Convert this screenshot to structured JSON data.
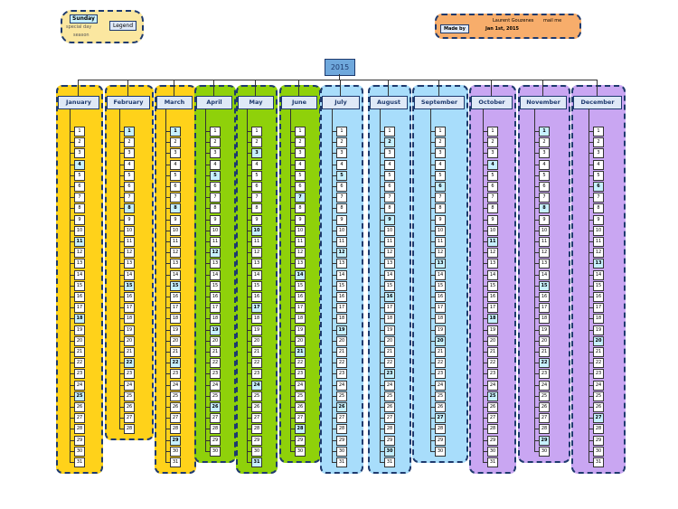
{
  "year": "2015",
  "legend": {
    "title": "Legend",
    "sunday": "Sunday",
    "special_day": "special day",
    "season": "season"
  },
  "made_by": {
    "label": "Made by",
    "author": "Laurent Gouzenes",
    "mail": "mail me",
    "date": "Jan 1st, 2015"
  },
  "colors": {
    "winter": "#ffd21a",
    "spring": "#8fd10a",
    "summer": "#a8ddfb",
    "autumn": "#c9a6f2"
  },
  "months": [
    {
      "name": "January",
      "days": 31,
      "first_sunday": 4,
      "season": "winter"
    },
    {
      "name": "February",
      "days": 28,
      "first_sunday": 1,
      "season": "winter"
    },
    {
      "name": "March",
      "days": 31,
      "first_sunday": 1,
      "season": "winter"
    },
    {
      "name": "April",
      "days": 30,
      "first_sunday": 5,
      "season": "spring"
    },
    {
      "name": "May",
      "days": 31,
      "first_sunday": 3,
      "season": "spring"
    },
    {
      "name": "June",
      "days": 30,
      "first_sunday": 7,
      "season": "spring"
    },
    {
      "name": "July",
      "days": 31,
      "first_sunday": 5,
      "season": "summer"
    },
    {
      "name": "August",
      "days": 31,
      "first_sunday": 2,
      "season": "summer"
    },
    {
      "name": "September",
      "days": 30,
      "first_sunday": 6,
      "season": "summer"
    },
    {
      "name": "October",
      "days": 31,
      "first_sunday": 4,
      "season": "autumn"
    },
    {
      "name": "November",
      "days": 30,
      "first_sunday": 1,
      "season": "autumn"
    },
    {
      "name": "December",
      "days": 31,
      "first_sunday": 6,
      "season": "autumn"
    }
  ]
}
